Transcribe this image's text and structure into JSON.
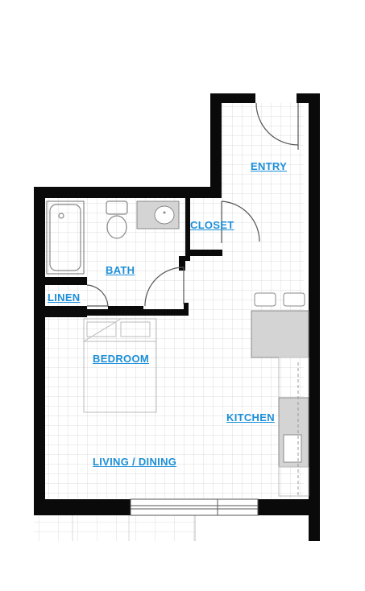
{
  "rooms": {
    "entry": "ENTRY",
    "closet": "CLOSET",
    "bath": "BATH",
    "linen": "LINEN",
    "bedroom": "BEDROOM",
    "kitchen": "KITCHEN",
    "living_dining": "LIVING / DINING"
  },
  "colors": {
    "wall": "#0a0a0a",
    "label": "#1c8fd8",
    "grid": "#dcdcdc",
    "counter": "#d4d4d4",
    "fixture": "#888888"
  }
}
